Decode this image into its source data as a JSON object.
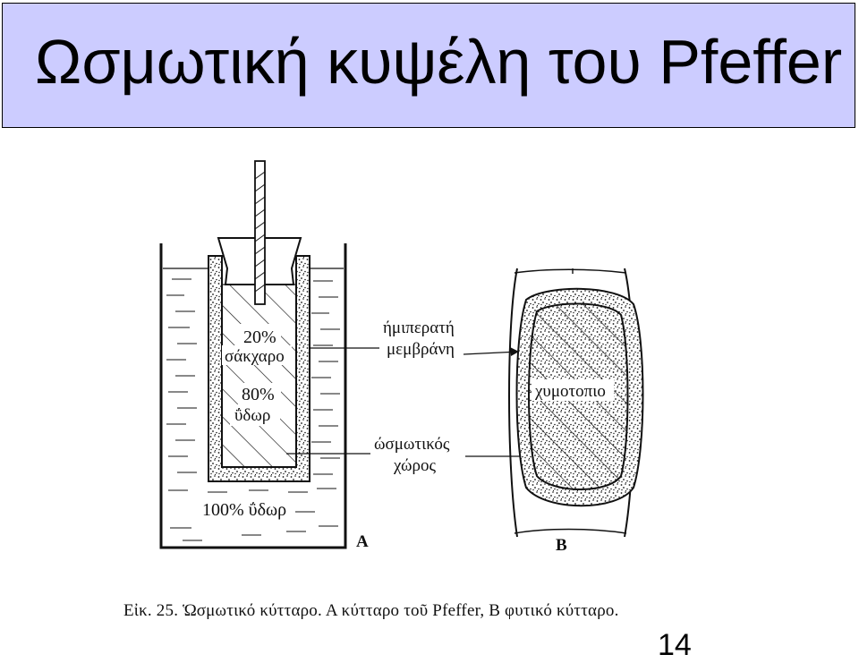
{
  "title": "Ωσμωτική κυψέλη του Pfeffer",
  "figure_a": {
    "label_sugar_pct": "20%",
    "label_sugar": "σάκχαρο",
    "label_water_pct": "80%",
    "label_water": "ΰδωρ",
    "label_outer_water": "100% ΰδωρ",
    "letter": "A"
  },
  "callouts": {
    "membrane_line1": "ήμιπερατή",
    "membrane_line2": "μεμβράνη",
    "osmotic_line1": "ώσμωτικός",
    "osmotic_line2": "χώρος"
  },
  "figure_b": {
    "label_vacuole": "χυμοτοπιο",
    "letter": "B"
  },
  "caption": "Εἰκ. 25. Ὡσμωτικό κύτταρο. Α κύτταρο τοῦ Pfeffer, Β φυτικό κύτταρο.",
  "page_number": "14",
  "colors": {
    "title_bg": "#ccccff",
    "ink": "#111111"
  }
}
